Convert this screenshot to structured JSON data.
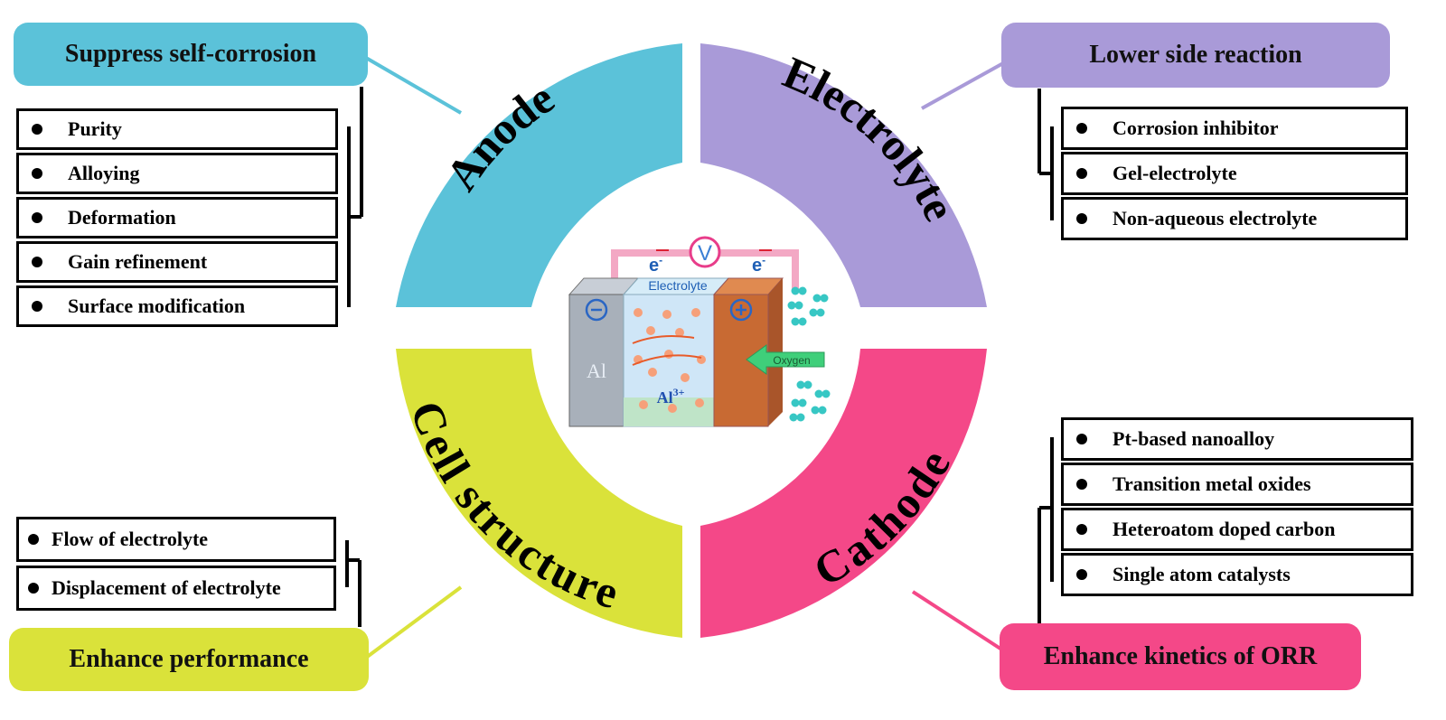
{
  "anode": {
    "label": "Anode",
    "color": "#5bc2d9",
    "goal": "Suppress self-corrosion",
    "items": [
      "Purity",
      "Alloying",
      "Deformation",
      "Gain refinement",
      "Surface modification"
    ]
  },
  "electrolyte": {
    "label": "Electrolyte",
    "color": "#a99ad8",
    "goal": "Lower side reaction",
    "items": [
      "Corrosion inhibitor",
      "Gel-electrolyte",
      "Non-aqueous electrolyte"
    ]
  },
  "cell_structure": {
    "label": "Cell structure",
    "color": "#dae23a",
    "goal": "Enhance performance",
    "items": [
      "Flow of electrolyte",
      "Displacement of electrolyte"
    ]
  },
  "cathode": {
    "label": "Cathode",
    "color": "#f44888",
    "goal": "Enhance kinetics of ORR",
    "items": [
      "Pt-based nanoalloy",
      "Transition metal oxides",
      "Heteroatom doped carbon",
      "Single atom catalysts"
    ]
  },
  "battery": {
    "voltmeter": "V",
    "electron_left": "e",
    "electron_right": "e",
    "electron_sup": "-",
    "electrolyte_label": "Electrolyte",
    "anode_metal": "Al",
    "ion": "Al",
    "ion_charge": "3+",
    "oxygen": "Oxygen",
    "neg_symbol": "−",
    "pos_symbol": "+"
  }
}
